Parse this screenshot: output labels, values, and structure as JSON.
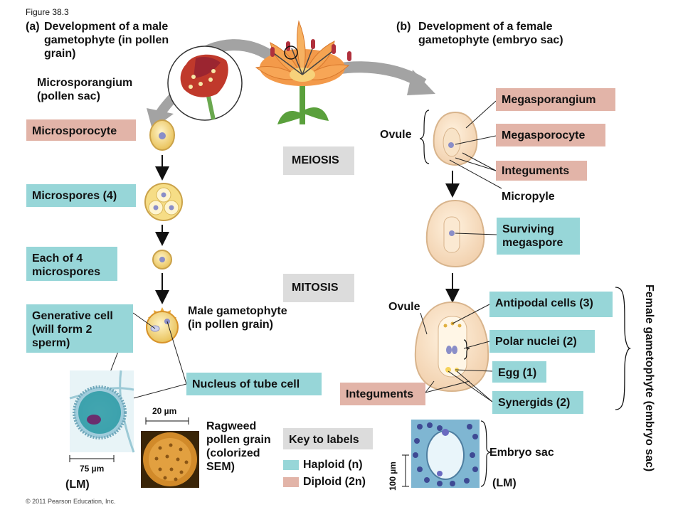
{
  "figure_label": "Figure 38.3",
  "copyright": "© 2011 Pearson Education, Inc.",
  "panel_a": {
    "letter": "(a)",
    "title": "Development of a male gametophyte (in pollen grain)"
  },
  "panel_b": {
    "letter": "(b)",
    "title": "Development of a female gametophyte (embryo sac)"
  },
  "labels": {
    "microsporangium": "Microsporangium (pollen sac)",
    "microsporocyte": "Microsporocyte",
    "microspores": "Microspores (4)",
    "each_microspore": "Each of 4 microspores",
    "generative_cell": "Generative cell (will form 2 sperm)",
    "male_gametophyte": "Male gametophyte (in pollen grain)",
    "nucleus_tube_cell": "Nucleus of tube cell",
    "meiosis": "MEIOSIS",
    "mitosis": "MITOSIS",
    "ovule_top": "Ovule",
    "megasporangium": "Megasporangium",
    "megasporocyte": "Megasporocyte",
    "integuments_top": "Integuments",
    "micropyle": "Micropyle",
    "surviving_megaspore": "Surviving megaspore",
    "ovule_bottom": "Ovule",
    "antipodal": "Antipodal cells (3)",
    "polar_nuclei": "Polar nuclei (2)",
    "egg": "Egg (1)",
    "synergids": "Synergids (2)",
    "integuments_bottom": "Integuments",
    "female_gametophyte": "Female gametophyte (embryo sac)",
    "embryo_sac": "Embryo sac",
    "ragweed": "Ragweed pollen grain (colorized SEM)",
    "scale_20": "20 µm",
    "scale_75": "75 µm",
    "scale_100": "100 µm",
    "lm_left": "(LM)",
    "lm_right": "(LM)"
  },
  "key": {
    "title": "Key to labels",
    "haploid": "Haploid (n)",
    "diploid": "Diploid (2n)"
  },
  "colors": {
    "haploid": "#97d6d8",
    "diploid": "#e2b4a8",
    "neutral_box": "#dcdcdc",
    "flower": "#f39a4a",
    "anther": "#c0392b",
    "pollen_yellow": "#f2d27a",
    "nucleus": "#8a8ec8"
  }
}
